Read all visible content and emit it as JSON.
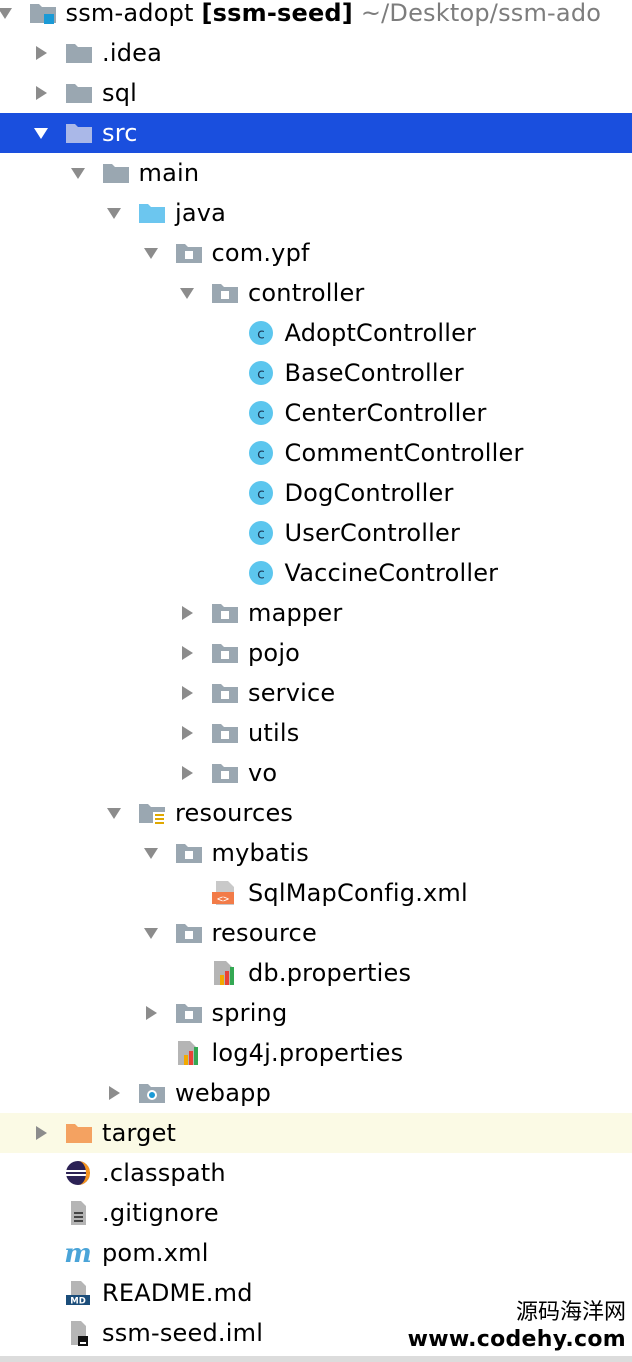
{
  "colors": {
    "selection": "#1a4fde",
    "excluded_bg": "#fbfae5",
    "folder_gray": "#9aa7b1",
    "source_blue": "#6cc6ef",
    "excluded_orange": "#f4a261",
    "class_blue": "#5cc6ee"
  },
  "tree": [
    {
      "id": "root",
      "depth": 0,
      "arrow": "down",
      "icon": "module-folder-icon",
      "label": "ssm-adopt",
      "bold": "[ssm-seed]",
      "path": "~/Desktop/ssm-ado"
    },
    {
      "id": "idea",
      "depth": 1,
      "arrow": "right",
      "icon": "folder-icon",
      "label": ".idea"
    },
    {
      "id": "sql",
      "depth": 1,
      "arrow": "right",
      "icon": "folder-icon",
      "label": "sql"
    },
    {
      "id": "src",
      "depth": 1,
      "arrow": "down",
      "icon": "folder-icon",
      "label": "src",
      "selected": true
    },
    {
      "id": "main",
      "depth": 2,
      "arrow": "down",
      "icon": "folder-icon",
      "label": "main"
    },
    {
      "id": "java",
      "depth": 3,
      "arrow": "down",
      "icon": "source-folder-icon",
      "label": "java"
    },
    {
      "id": "com-ypf",
      "depth": 4,
      "arrow": "down",
      "icon": "package-icon",
      "label": "com.ypf"
    },
    {
      "id": "controller",
      "depth": 5,
      "arrow": "down",
      "icon": "package-icon",
      "label": "controller"
    },
    {
      "id": "adopt",
      "depth": 6,
      "arrow": "none",
      "icon": "class-icon",
      "label": "AdoptController"
    },
    {
      "id": "base",
      "depth": 6,
      "arrow": "none",
      "icon": "class-icon",
      "label": "BaseController"
    },
    {
      "id": "center",
      "depth": 6,
      "arrow": "none",
      "icon": "class-icon",
      "label": "CenterController"
    },
    {
      "id": "comment",
      "depth": 6,
      "arrow": "none",
      "icon": "class-icon",
      "label": "CommentController"
    },
    {
      "id": "dog",
      "depth": 6,
      "arrow": "none",
      "icon": "class-icon",
      "label": "DogController"
    },
    {
      "id": "user",
      "depth": 6,
      "arrow": "none",
      "icon": "class-icon",
      "label": "UserController"
    },
    {
      "id": "vaccine",
      "depth": 6,
      "arrow": "none",
      "icon": "class-icon",
      "label": "VaccineController"
    },
    {
      "id": "mapper",
      "depth": 5,
      "arrow": "right",
      "icon": "package-icon",
      "label": "mapper"
    },
    {
      "id": "pojo",
      "depth": 5,
      "arrow": "right",
      "icon": "package-icon",
      "label": "pojo"
    },
    {
      "id": "service",
      "depth": 5,
      "arrow": "right",
      "icon": "package-icon",
      "label": "service"
    },
    {
      "id": "utils",
      "depth": 5,
      "arrow": "right",
      "icon": "package-icon",
      "label": "utils"
    },
    {
      "id": "vo",
      "depth": 5,
      "arrow": "right",
      "icon": "package-icon",
      "label": "vo"
    },
    {
      "id": "resources",
      "depth": 3,
      "arrow": "down",
      "icon": "resources-folder-icon",
      "label": "resources"
    },
    {
      "id": "mybatis",
      "depth": 4,
      "arrow": "down",
      "icon": "package-icon",
      "label": "mybatis"
    },
    {
      "id": "sqlmap",
      "depth": 5,
      "arrow": "none",
      "icon": "xml-file-icon",
      "label": "SqlMapConfig.xml"
    },
    {
      "id": "resource",
      "depth": 4,
      "arrow": "down",
      "icon": "package-icon",
      "label": "resource"
    },
    {
      "id": "dbprops",
      "depth": 5,
      "arrow": "none",
      "icon": "properties-file-icon",
      "label": "db.properties"
    },
    {
      "id": "spring",
      "depth": 4,
      "arrow": "right",
      "icon": "package-icon",
      "label": "spring"
    },
    {
      "id": "log4j",
      "depth": 4,
      "arrow": "none",
      "icon": "properties-file-icon",
      "label": "log4j.properties"
    },
    {
      "id": "webapp",
      "depth": 3,
      "arrow": "right",
      "icon": "web-folder-icon",
      "label": "webapp"
    },
    {
      "id": "target",
      "depth": 1,
      "arrow": "right",
      "icon": "excluded-folder-icon",
      "label": "target",
      "highlight": true
    },
    {
      "id": "classpath",
      "depth": 1,
      "arrow": "none",
      "icon": "eclipse-file-icon",
      "label": ".classpath"
    },
    {
      "id": "gitignore",
      "depth": 1,
      "arrow": "none",
      "icon": "text-file-icon",
      "label": ".gitignore"
    },
    {
      "id": "pom",
      "depth": 1,
      "arrow": "none",
      "icon": "maven-file-icon",
      "label": "pom.xml"
    },
    {
      "id": "readme",
      "depth": 1,
      "arrow": "none",
      "icon": "markdown-file-icon",
      "label": "README.md"
    },
    {
      "id": "iml",
      "depth": 1,
      "arrow": "none",
      "icon": "iml-file-icon",
      "label": "ssm-seed.iml"
    }
  ],
  "watermark": {
    "line1": "源码海洋网",
    "line2": "www.codehy.com"
  }
}
